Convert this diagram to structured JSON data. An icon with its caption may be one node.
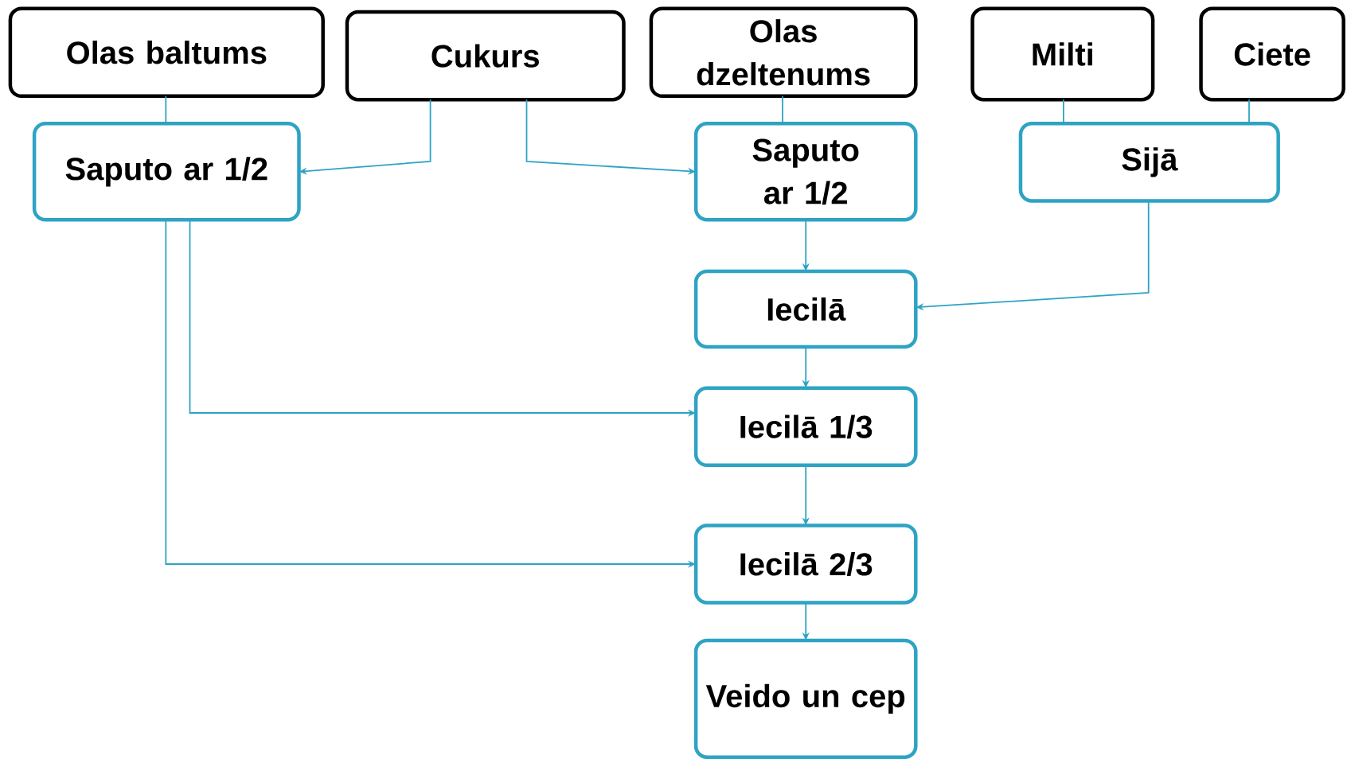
{
  "diagram": {
    "nodes": [
      {
        "text": [
          "Olas baltums"
        ]
      },
      {
        "text": [
          "Cukurs"
        ]
      },
      {
        "text": [
          "Olas dzeltenums"
        ]
      },
      {
        "text": [
          "Milti"
        ]
      },
      {
        "text": [
          "Ciete"
        ]
      },
      {
        "text": [
          "Saputo ar 1/2"
        ]
      },
      {
        "text": [
          "Saputo ar 1/2"
        ]
      },
      {
        "text": [
          "Sijā"
        ]
      },
      {
        "text": [
          "Iecilā"
        ]
      },
      {
        "text": [
          "Iecilā 1/3"
        ]
      },
      {
        "text": [
          "Iecilā 2/3"
        ]
      },
      {
        "text": [
          "Veido un cep"
        ]
      }
    ],
    "edges": [
      {
        "from": 0,
        "to": 5,
        "arrow": "none"
      },
      {
        "from": 1,
        "to": 5,
        "arrow": "to"
      },
      {
        "from": 1,
        "to": 6,
        "arrow": "to"
      },
      {
        "from": 2,
        "to": 6,
        "arrow": "none"
      },
      {
        "from": 3,
        "to": 7,
        "arrow": "none"
      },
      {
        "from": 4,
        "to": 7,
        "arrow": "none"
      },
      {
        "from": 6,
        "to": 8,
        "arrow": "to"
      },
      {
        "from": 7,
        "to": 8,
        "arrow": "to"
      },
      {
        "from": 8,
        "to": 9,
        "arrow": "to"
      },
      {
        "from": 5,
        "to": 9,
        "arrow": "to"
      },
      {
        "from": 9,
        "to": 10,
        "arrow": "to"
      },
      {
        "from": 5,
        "to": 10,
        "arrow": "to"
      },
      {
        "from": 10,
        "to": 11,
        "arrow": "to"
      }
    ]
  }
}
